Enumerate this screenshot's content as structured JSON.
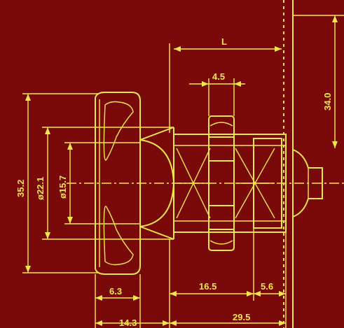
{
  "colors": {
    "background": "#7a0a0a",
    "lines": "#f2e84a"
  },
  "dimensions": {
    "length_L": "L",
    "nut_width": "4.5",
    "height_right": "34.0",
    "overall_height": "35.2",
    "dia_outer": "ø22.1",
    "dia_inner": "ø15.7",
    "body_length": "16.5",
    "end_length": "5.6",
    "head_thickness": "6.3",
    "head_offset": "14.3",
    "total_length": "29.5"
  }
}
